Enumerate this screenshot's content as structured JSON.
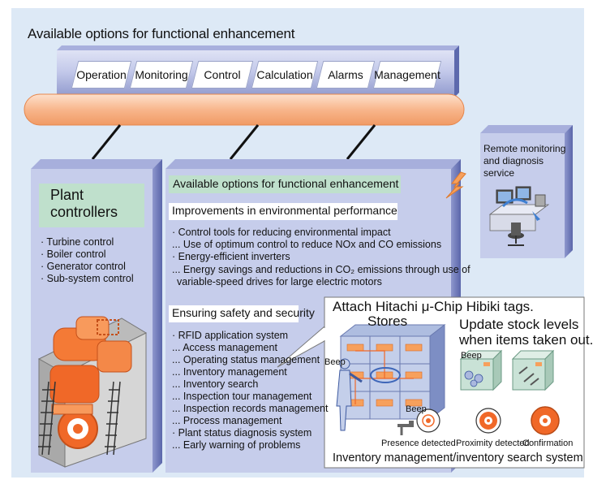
{
  "title": "Available options for functional enhancement",
  "functions": [
    "Operation",
    "Monitoring",
    "Control",
    "Calculation",
    "Alarms",
    "Management"
  ],
  "plant": {
    "title_line1": "Plant",
    "title_line2": "controllers",
    "items": [
      "· Turbine control",
      "· Boiler control",
      "· Generator control",
      "· Sub-system control"
    ]
  },
  "center": {
    "heading": "Available options for functional enhancement",
    "env_heading": "Improvements in environmental performance",
    "env_lines": [
      "· Control tools for reducing environmental impact",
      "  ... Use of optimum control to reduce NOx and CO emissions",
      "· Energy-efficient inverters",
      "  ... Energy savings and reductions in CO₂ emissions through use of",
      "  variable-speed drives for large electric motors"
    ],
    "safety_heading": "Ensuring safety and security",
    "safety_lines": [
      "· RFID application system",
      "  ... Access management",
      "  ... Operating status management",
      "  ... Inventory management",
      "  ... Inventory search",
      "  ... Inspection tour management",
      "  ... Inspection records management",
      "  ... Process management",
      "· Plant status diagnosis system",
      "  ... Early warning of problems"
    ]
  },
  "remote": {
    "lines": [
      "Remote monitoring",
      "and diagnosis",
      "service"
    ]
  },
  "callout": {
    "title": "Attach Hitachi μ-Chip Hibiki tags.",
    "stores": "Stores",
    "update_line1": "Update stock levels",
    "update_line2": "when items taken out.",
    "beep": "Beep",
    "presence": "Presence detected",
    "proximity": "Proximity detected",
    "confirmation": "Confirmation",
    "footer": "Inventory management/inventory search system"
  },
  "colors": {
    "background": "#dde9f6",
    "panel": "#c6cdeb",
    "panel_dark": "#6f7bb8",
    "bus": "#f7b48a",
    "green_header": "#bfe0cc",
    "orange": "#f0641e"
  }
}
